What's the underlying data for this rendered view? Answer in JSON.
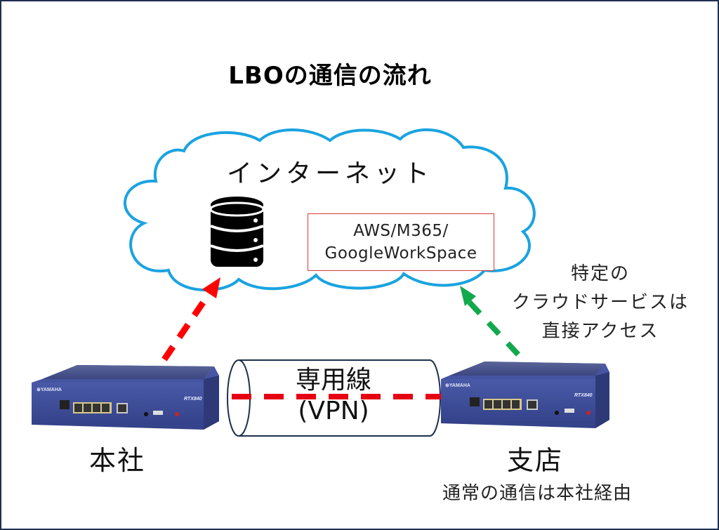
{
  "title": "LBOの通信の流れ",
  "cloud": {
    "label": "インターネット",
    "server_icon": "database-server-icon"
  },
  "service_box": {
    "line1": "AWS/M365/",
    "line2": "GoogleWorkSpace"
  },
  "direct_access_note": {
    "line1": "特定の",
    "line2": "クラウドサービスは",
    "line3": "直接アクセス"
  },
  "tunnel": {
    "line1": "専用線",
    "line2": "(VPN)"
  },
  "routers": [
    {
      "site": "本社",
      "model": "RTX840",
      "brand": "YAMAHA"
    },
    {
      "site": "支店",
      "model": "RTX840",
      "brand": "YAMAHA"
    }
  ],
  "branch_note": "通常の通信は本社経由",
  "colors": {
    "frame": "#1f2f4f",
    "cloud_stroke": "#1aa3e0",
    "hq_arrow": "#ff0000",
    "direct_arrow": "#12a94c",
    "vpn_line": "#e60012",
    "service_border": "#d23a3a",
    "router_body": "#3f4f95"
  }
}
